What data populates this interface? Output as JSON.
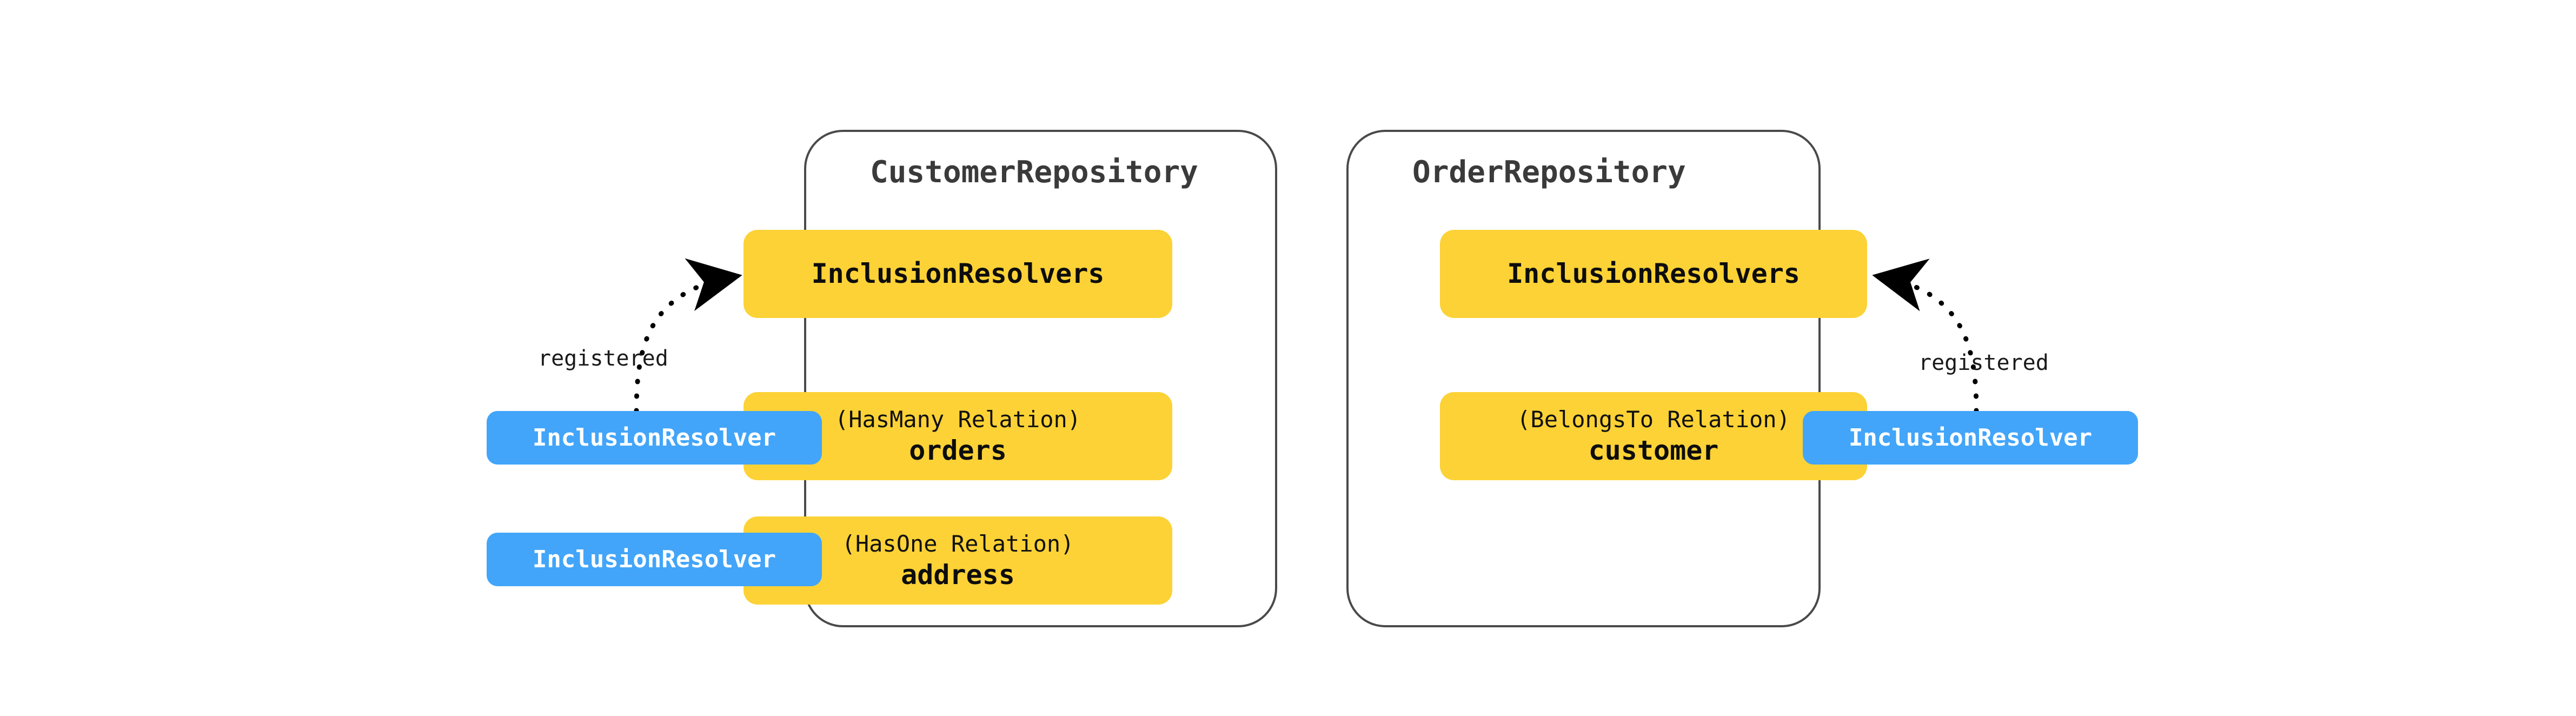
{
  "diagram": {
    "title_icon": "diagram-icon",
    "background": "#ffffff",
    "colors": {
      "card_yellow": "#FCD236",
      "chip_blue": "#42A5F9",
      "container_border": "#4a4a4a",
      "text_dark": "#0d0d0d",
      "text_light": "#ffffff"
    }
  },
  "repositories": [
    {
      "id": "customer-repository",
      "name": "CustomerRepository",
      "resolvers_card": {
        "label": "InclusionResolvers"
      },
      "relations": [
        {
          "kind": "(HasMany Relation)",
          "name": "orders"
        },
        {
          "kind": "(HasOne Relation)",
          "name": "address"
        }
      ],
      "resolver_chips": [
        {
          "label": "InclusionResolver"
        },
        {
          "label": "InclusionResolver"
        }
      ],
      "edge_label": "registered"
    },
    {
      "id": "order-repository",
      "name": "OrderRepository",
      "resolvers_card": {
        "label": "InclusionResolvers"
      },
      "relations": [
        {
          "kind": "(BelongsTo Relation)",
          "name": "customer"
        }
      ],
      "resolver_chips": [
        {
          "label": "InclusionResolver"
        }
      ],
      "edge_label": "registered"
    }
  ]
}
